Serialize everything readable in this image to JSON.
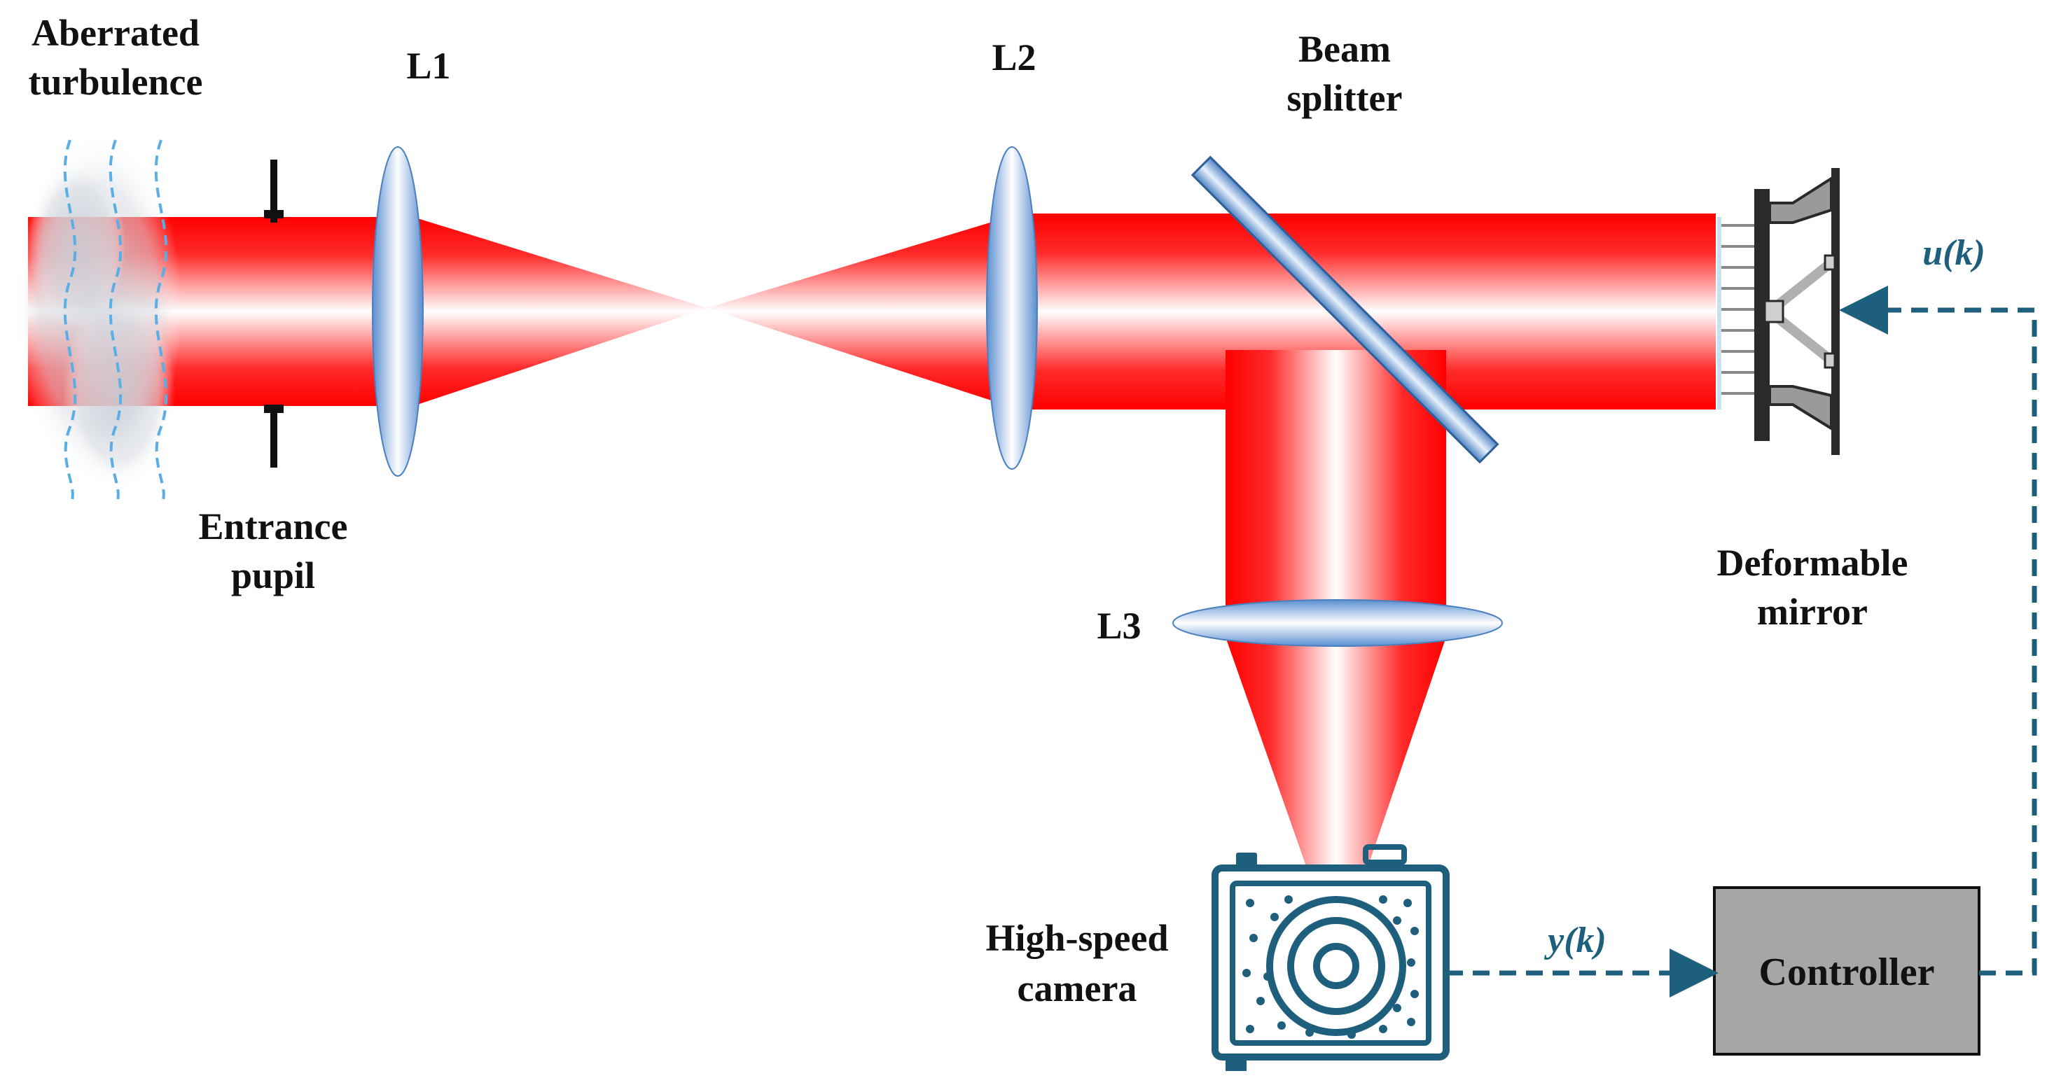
{
  "labels": {
    "turbulence_line1": "Aberrated",
    "turbulence_line2": "turbulence",
    "lens1": "L1",
    "lens2": "L2",
    "lens3": "L3",
    "splitter_line1": "Beam",
    "splitter_line2": "splitter",
    "pupil_line1": "Entrance",
    "pupil_line2": "pupil",
    "mirror_line1": "Deformable",
    "mirror_line2": "mirror",
    "camera_line1": "High-speed",
    "camera_line2": "camera",
    "controller": "Controller",
    "signal_u": "u(k)",
    "signal_y": "y(k)"
  },
  "colors": {
    "beam": "#ff0000",
    "lens": "#5b8fd0",
    "signal": "#1f5f7e",
    "controller_fill": "#a6a6a6",
    "camera": "#1f5f7e"
  }
}
